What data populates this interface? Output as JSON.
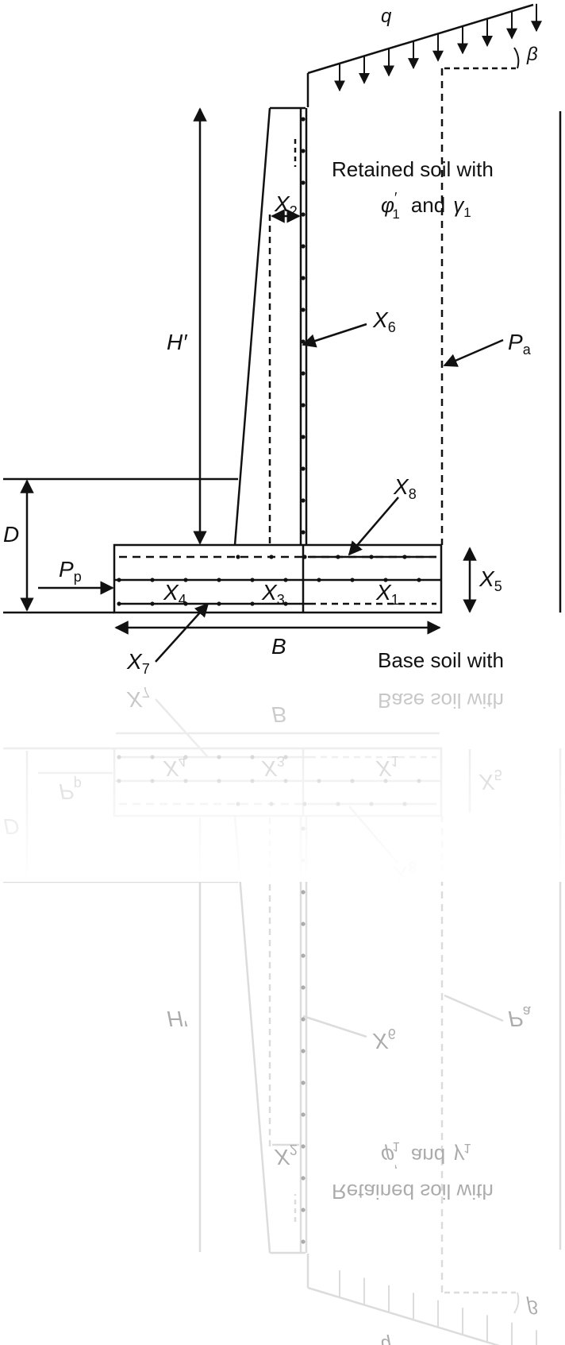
{
  "labels": {
    "q": "q",
    "beta": "β",
    "retained_line1": "Retained soil with",
    "phi": "φ",
    "phi_prime": "′",
    "phi_sub": "1",
    "and": "and",
    "gamma": "γ",
    "gamma_sub": "1",
    "H_prime": "H′",
    "D": "D",
    "B": "B",
    "Pp": "P",
    "Pp_sub": "p",
    "Pa": "P",
    "Pa_sub": "a",
    "X1": "X",
    "X1_sub": "1",
    "X2": "X",
    "X2_sub": "2",
    "X3": "X",
    "X3_sub": "3",
    "X4": "X",
    "X4_sub": "4",
    "X5": "X",
    "X5_sub": "5",
    "X6": "X",
    "X6_sub": "6",
    "X7": "X",
    "X7_sub": "7",
    "X8": "X",
    "X8_sub": "8",
    "base_line1": "Base soil with"
  },
  "colors": {
    "stroke": "#111111",
    "reflection": "#bdbdbd"
  }
}
